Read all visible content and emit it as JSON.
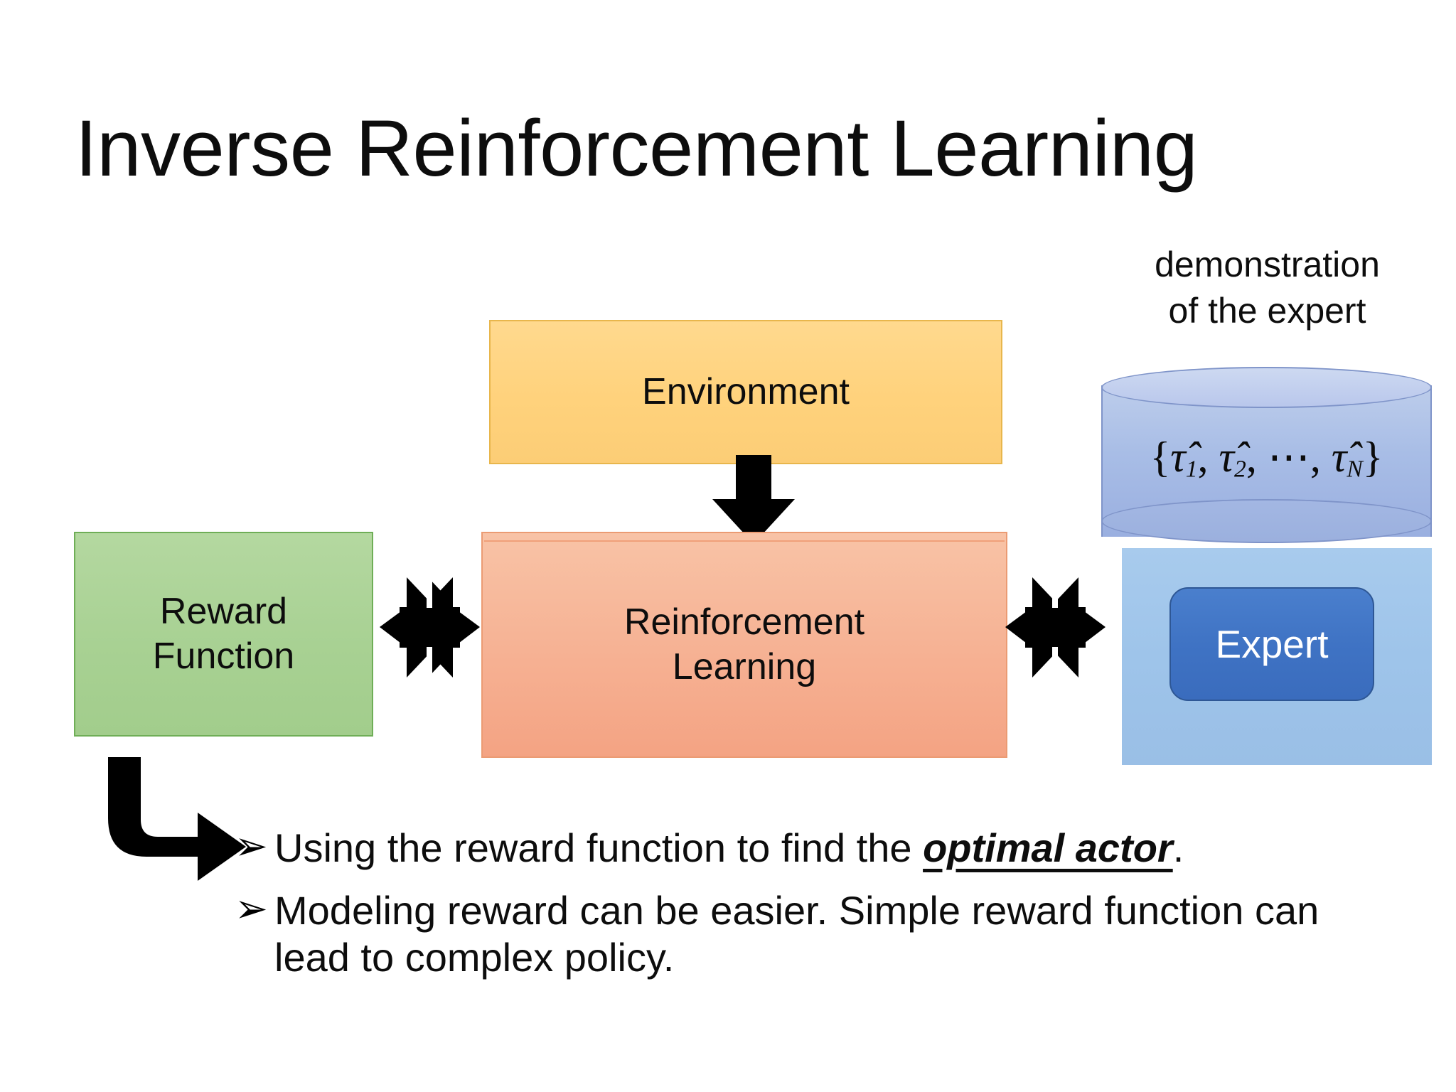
{
  "slide": {
    "title": "Inverse Reinforcement Learning",
    "background_color": "#ffffff"
  },
  "diagram": {
    "boxes": [
      {
        "id": "environment",
        "label": "Environment",
        "fill_color": "#ffd27c",
        "border_color": "#e8b64c"
      },
      {
        "id": "reinforcement-learning",
        "label_line1": "Reinforcement",
        "label_line2": "Learning",
        "fill_color": "#f6b193",
        "border_color": "#eb9b73"
      },
      {
        "id": "reward-function",
        "label_line1": "Reward",
        "label_line2": "Function",
        "fill_color": "#a8d193",
        "border_color": "#6fae57"
      },
      {
        "id": "expert",
        "label": "Expert",
        "fill_color": "#3f73c4",
        "border_color": "#2e5795",
        "text_color": "#ffffff"
      }
    ],
    "expert_group": {
      "caption_line1": "demonstration",
      "caption_line2": "of the expert",
      "panel_color": "#9ec4ea",
      "cylinder_color": "#a8bde6",
      "trajectory_set": {
        "open_brace": "{",
        "tau_hat": "τ̂",
        "items": [
          "1",
          "2"
        ],
        "ellipsis": "⋯",
        "last_subscript": "N",
        "close_brace": "}",
        "comma": ", "
      }
    },
    "arrows": [
      {
        "id": "environment-to-rl",
        "direction": "down",
        "color": "#000000"
      },
      {
        "id": "reward-to-rl",
        "direction": "left-right",
        "color": "#000000"
      },
      {
        "id": "rl-to-expert",
        "direction": "left-right",
        "color": "#000000"
      },
      {
        "id": "reward-to-bullets",
        "direction": "elbow-down-right",
        "color": "#000000"
      }
    ]
  },
  "bullets": {
    "glyph": "➢",
    "items": [
      {
        "prefix": "Using the reward function to find the ",
        "emphasis": "optimal actor",
        "suffix": "."
      },
      {
        "prefix": "Modeling reward can be easier. Simple reward function can lead to complex policy.",
        "emphasis": "",
        "suffix": ""
      }
    ]
  }
}
